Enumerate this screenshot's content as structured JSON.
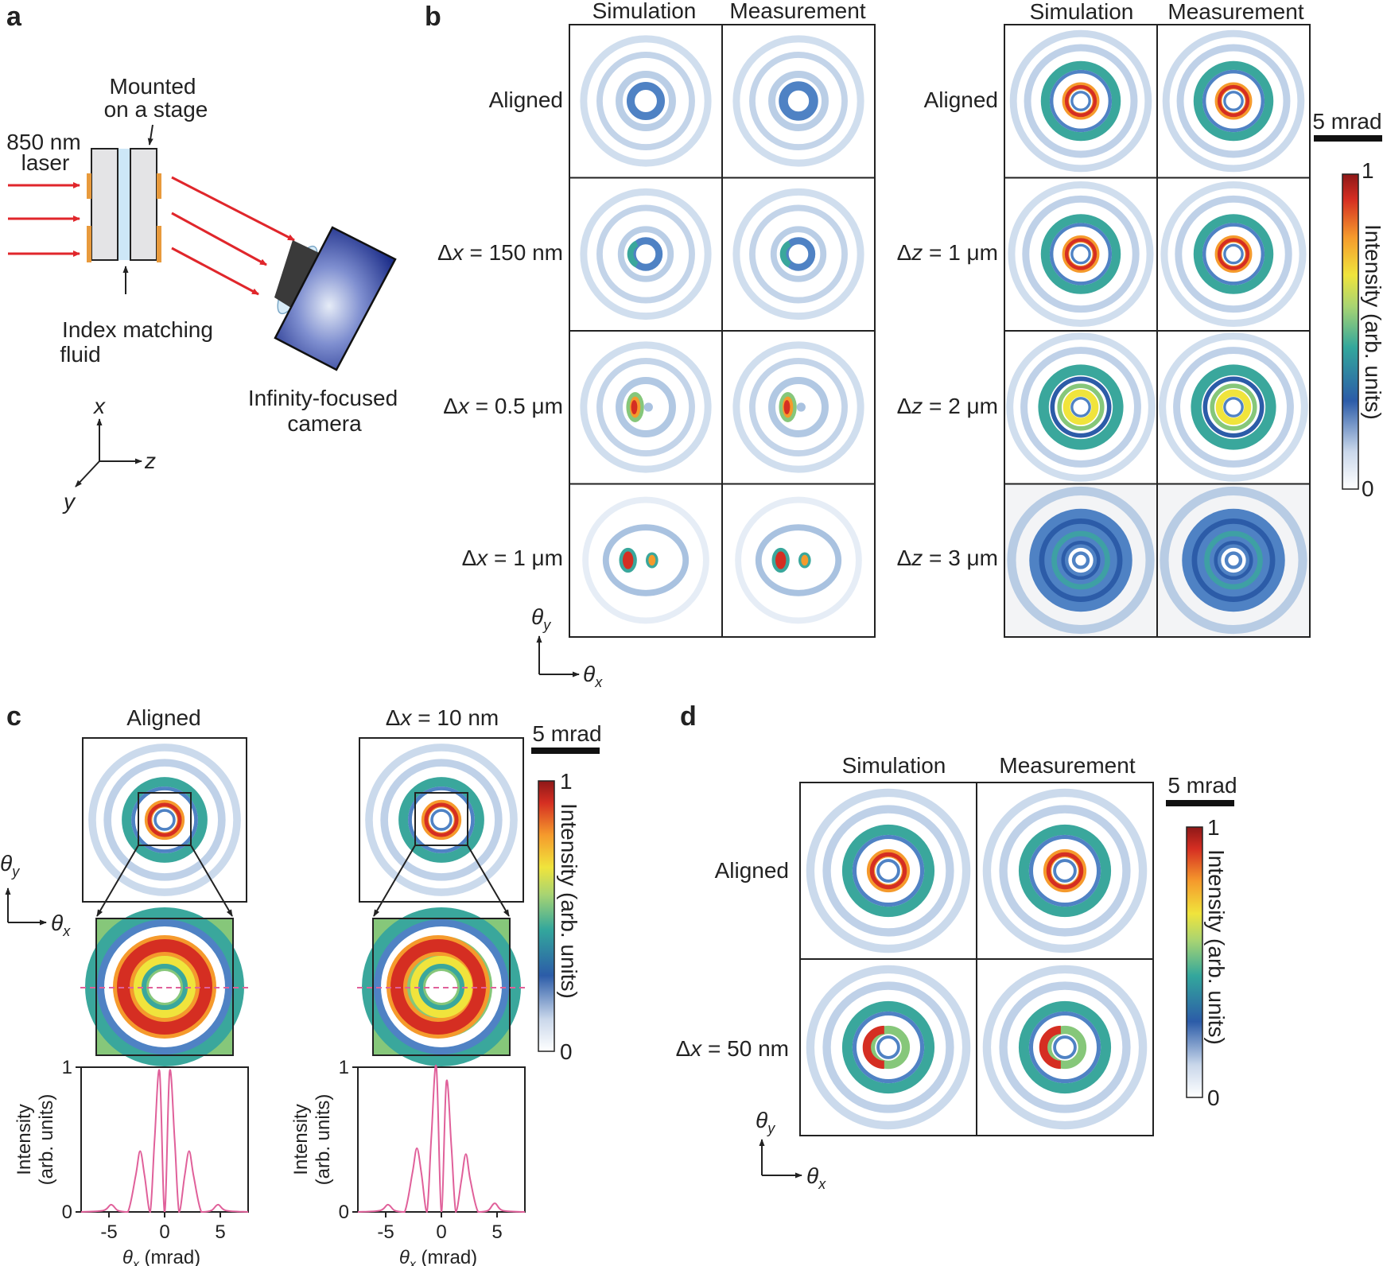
{
  "panel_labels": {
    "a": "a",
    "b": "b",
    "c": "c",
    "d": "d"
  },
  "panel_a": {
    "stage_label": [
      "Mounted",
      "on a stage"
    ],
    "laser_label": [
      "850 nm",
      "laser"
    ],
    "fluid_label": [
      "Index matching",
      "fluid"
    ],
    "camera_label": [
      "Infinity-focused",
      "camera"
    ],
    "axes": {
      "x": "x",
      "y": "y",
      "z": "z"
    },
    "colors": {
      "laser": "#e0262b",
      "plate": "#e4e4e6",
      "gap": "#cde7f7",
      "grating": "#e89a3c",
      "camera": "#1e2f8a"
    }
  },
  "panel_b": {
    "columns": [
      "Simulation",
      "Measurement"
    ],
    "left_rows": [
      {
        "prefix": "",
        "var": "",
        "rest": "Aligned",
        "image": "aligned"
      },
      {
        "prefix": "Δ",
        "var": "x",
        "rest": " = 150 nm",
        "image": "dx150"
      },
      {
        "prefix": "Δ",
        "var": "x",
        "rest": " = 0.5 μm",
        "image": "dx05"
      },
      {
        "prefix": "Δ",
        "var": "x",
        "rest": " = 1 μm",
        "image": "dx1"
      }
    ],
    "right_rows": [
      {
        "prefix": "",
        "var": "",
        "rest": "Aligned",
        "image": "aligned"
      },
      {
        "prefix": "Δ",
        "var": "z",
        "rest": " = 1 μm",
        "image": "dz1"
      },
      {
        "prefix": "Δ",
        "var": "z",
        "rest": " = 2 μm",
        "image": "dz2"
      },
      {
        "prefix": "Δ",
        "var": "z",
        "rest": " = 3 μm",
        "image": "dz3"
      }
    ],
    "scale_bar": "5 mrad",
    "colorbar": {
      "label": "Intensity (arb. units)",
      "max": "1",
      "min": "0"
    },
    "theta_x": "θ",
    "theta_x_sub": "x",
    "theta_y": "θ",
    "theta_y_sub": "y"
  },
  "panel_c": {
    "titles": [
      "Aligned",
      "Δx = 10 nm"
    ],
    "title_parts": [
      {
        "prefix": "",
        "var": "",
        "rest": "Aligned"
      },
      {
        "prefix": "Δ",
        "var": "x",
        "rest": " = 10 nm"
      }
    ],
    "scale_bar": "5 mrad",
    "colorbar": {
      "label": "Intensity (arb. units)",
      "max": "1",
      "min": "0"
    },
    "ylabel": [
      "Intensity",
      "(arb. units)"
    ],
    "xlabel_unit": " (mrad)",
    "xticks": [
      "-5",
      "0",
      "5"
    ],
    "yticks": [
      "0",
      "1"
    ],
    "profile_color": "#e0609a"
  },
  "panel_d": {
    "columns": [
      "Simulation",
      "Measurement"
    ],
    "rows": [
      {
        "prefix": "",
        "var": "",
        "rest": "Aligned"
      },
      {
        "prefix": "Δ",
        "var": "x",
        "rest": " = 50 nm"
      }
    ],
    "scale_bar": "5 mrad",
    "colorbar": {
      "label": "Intensity (arb. units)",
      "max": "1",
      "min": "0"
    }
  },
  "chart_data": [
    {
      "type": "line",
      "title": "Aligned",
      "xlabel": "θx (mrad)",
      "ylabel": "Intensity (arb. units)",
      "xlim": [
        -7.5,
        7.5
      ],
      "ylim": [
        0,
        1
      ],
      "xticks": [
        -5,
        0,
        5
      ],
      "yticks": [
        0,
        1
      ],
      "x": [
        -7.5,
        -5.5,
        -4.8,
        -4.2,
        -3.3,
        -2.6,
        -2.2,
        -1.8,
        -1.3,
        -0.9,
        -0.45,
        0,
        0.45,
        0.9,
        1.3,
        1.8,
        2.2,
        2.6,
        3.3,
        4.2,
        4.8,
        5.5,
        7.5
      ],
      "y": [
        0.0,
        0.01,
        0.05,
        0.01,
        0.0,
        0.25,
        0.42,
        0.25,
        0.0,
        0.5,
        0.97,
        0.0,
        0.97,
        0.5,
        0.0,
        0.25,
        0.42,
        0.25,
        0.0,
        0.01,
        0.05,
        0.01,
        0.0
      ]
    },
    {
      "type": "line",
      "title": "Δx = 10 nm",
      "xlabel": "θx (mrad)",
      "ylabel": "Intensity (arb. units)",
      "xlim": [
        -7.5,
        7.5
      ],
      "ylim": [
        0,
        1
      ],
      "xticks": [
        -5,
        0,
        5
      ],
      "yticks": [
        0,
        1
      ],
      "x": [
        -7.5,
        -5.5,
        -4.8,
        -4.2,
        -3.3,
        -2.6,
        -2.2,
        -1.8,
        -1.3,
        -0.9,
        -0.45,
        0,
        0.45,
        0.9,
        1.3,
        1.8,
        2.2,
        2.6,
        3.3,
        4.2,
        4.8,
        5.5,
        7.5
      ],
      "y": [
        0.0,
        0.01,
        0.05,
        0.01,
        0.0,
        0.27,
        0.44,
        0.27,
        0.0,
        0.52,
        1.0,
        0.0,
        0.9,
        0.45,
        0.0,
        0.22,
        0.4,
        0.22,
        0.0,
        0.01,
        0.06,
        0.01,
        0.0
      ]
    }
  ]
}
